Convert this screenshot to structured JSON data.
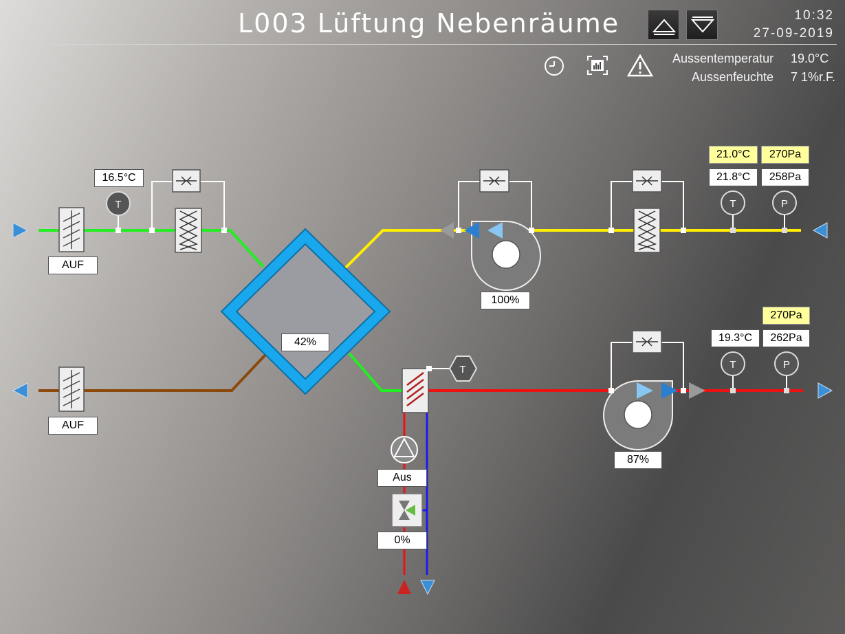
{
  "header": {
    "title": "L003  Lüftung  Nebenräume",
    "time": "10:32",
    "date": "27-09-2019",
    "nav_up_icon": "triangle-up-icon",
    "nav_down_icon": "triangle-down-icon"
  },
  "ambient": {
    "temp_label": "Aussentemperatur",
    "temp_value": "19.0°C",
    "humidity_label": "Aussenfeuchte",
    "humidity_value": "7 1%r.F."
  },
  "toolbar_icons": [
    "clock-icon",
    "trend-chart-icon",
    "warning-icon"
  ],
  "values": {
    "outdoor_air_temp": "16.5°C",
    "outdoor_damper": "AUF",
    "exhaust_damper": "AUF",
    "heat_recovery": "42%",
    "extract_fan_speed": "100%",
    "extract_temp_setpoint": "21.0°C",
    "extract_pressure_setpoint": "270Pa",
    "extract_temp": "21.8°C",
    "extract_pressure": "258Pa",
    "supply_pressure_setpoint": "270Pa",
    "supply_temp": "19.3°C",
    "supply_pressure": "262Pa",
    "supply_fan_speed": "87%",
    "pump_state": "Aus",
    "valve_position": "0%"
  },
  "sensor_letters": {
    "temperature": "T",
    "pressure": "P"
  },
  "colors": {
    "outdoor_air": "#22ee22",
    "extract_air": "#ffee00",
    "exhaust_air": "#8b4a0c",
    "supply_air": "#ee1111",
    "return_water": "#1a1aee",
    "heat_recovery_frame": "#19a8ee",
    "arrow_blue": "#3a8fd6",
    "setpoint_bg": "#ffff9c"
  }
}
